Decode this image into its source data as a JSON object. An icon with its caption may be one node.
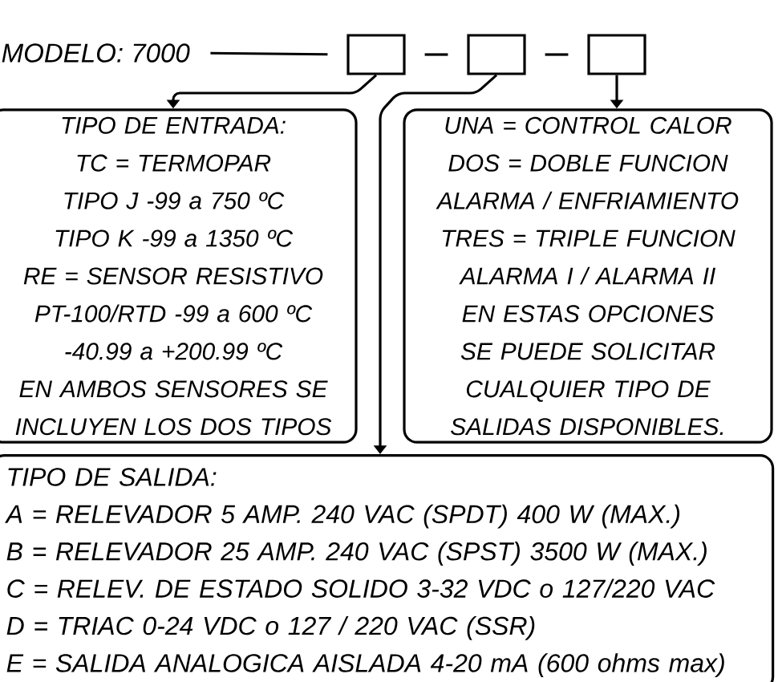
{
  "diagram": {
    "nodes": [
      {
        "text": [
          "MODELO: 7000"
        ]
      },
      {
        "text": [],
        "shape": "box"
      },
      {
        "text": [],
        "shape": "box"
      },
      {
        "text": [],
        "shape": "box"
      },
      {
        "text": [
          "TIPO DE ENTRADA:",
          "TC = TERMOPAR",
          "TIPO J -99 a 750 ºC",
          "TIPO K -99 a 1350 ºC",
          "RE = SENSOR RESISTIVO",
          "PT-100/RTD -99 a 600 ºC",
          "-40.99 a +200.99 ºC",
          "EN AMBOS SENSORES SE INCLUYEN LOS DOS TIPOS"
        ]
      },
      {
        "text": [
          "UNA = CONTROL CALOR",
          "DOS = DOBLE FUNCION ALARMA / ENFRIAMIENTO",
          "TRES = TRIPLE FUNCION ALARMA I / ALARMA II",
          "EN ESTAS OPCIONES SE PUEDE SOLICITAR CUALQUIER TIPO DE SALIDAS DISPONIBLES."
        ]
      },
      {
        "text": [
          "TIPO DE SALIDA:",
          "A = RELEVADOR 5 AMP. 240 VAC (SPDT) 400 W (MAX.)",
          "B = RELEVADOR 25 AMP. 240 VAC (SPST) 3500 W (MAX.)",
          "C = RELEV. DE ESTADO SOLIDO 3-32 VDC o 127/220 VAC",
          "D = TRIAC 0-24 VDC o 127 / 220 VAC (SSR)",
          "E = SALIDA ANALOGICA AISLADA 4-20 mA (600 ohms max)"
        ]
      }
    ],
    "edges": [
      {
        "from": 0,
        "to": 1,
        "arrow": "none"
      },
      {
        "from": 1,
        "to": 2,
        "arrow": "none"
      },
      {
        "from": 2,
        "to": 3,
        "arrow": "none"
      },
      {
        "from": 1,
        "to": 4,
        "arrow": "to"
      },
      {
        "from": 2,
        "to": 6,
        "arrow": "to"
      },
      {
        "from": 3,
        "to": 5,
        "arrow": "to"
      }
    ]
  }
}
